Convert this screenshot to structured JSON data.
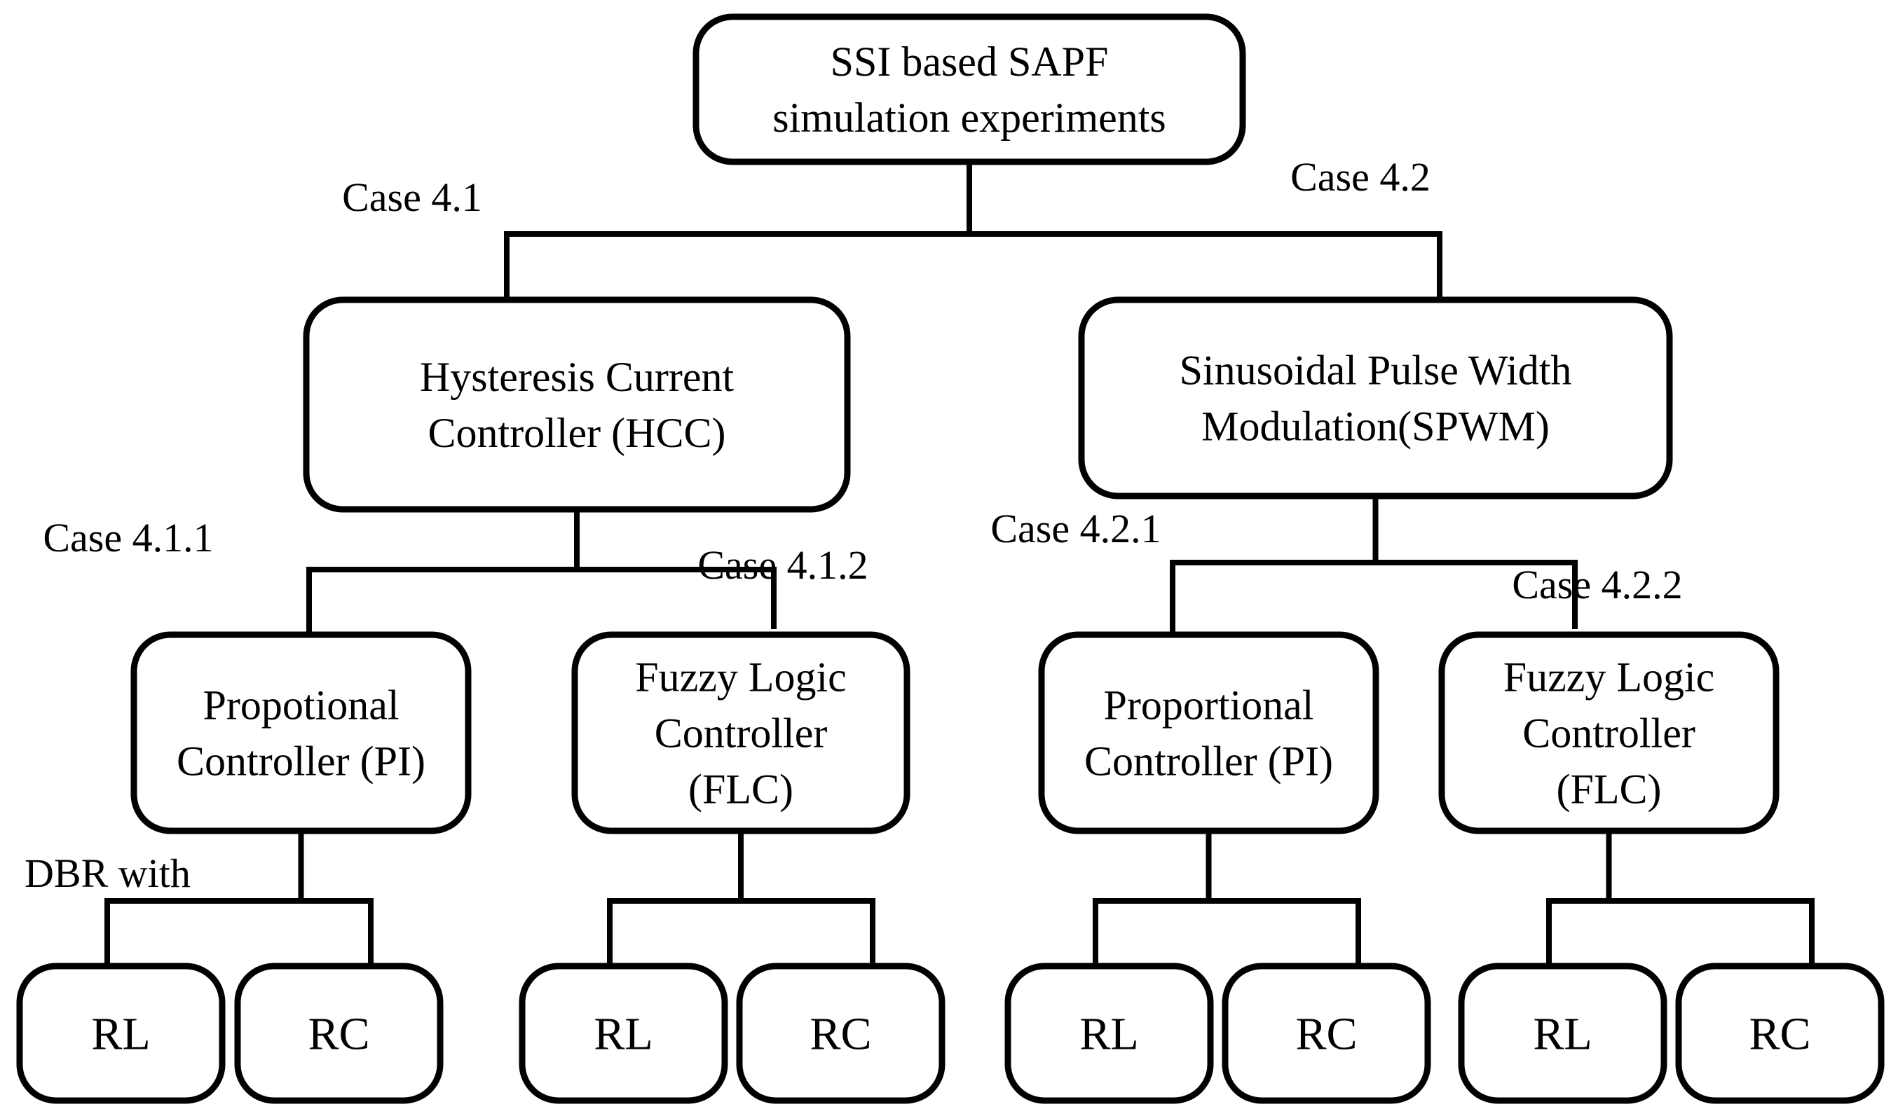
{
  "root": {
    "lines": [
      "SSI based SAPF",
      "simulation experiments"
    ]
  },
  "branches": [
    {
      "case_label": "Case 4.1",
      "node": {
        "lines": [
          "Hysteresis Current",
          "Controller (HCC)"
        ]
      },
      "children": [
        {
          "case_label": "Case 4.1.1",
          "node": {
            "lines": [
              "Propotional",
              "Controller (PI)"
            ]
          },
          "loads_label": "DBR with",
          "loads": [
            "RL",
            "RC"
          ]
        },
        {
          "case_label": "Case 4.1.2",
          "node": {
            "lines": [
              "Fuzzy Logic",
              "Controller",
              "(FLC)"
            ]
          },
          "loads": [
            "RL",
            "RC"
          ]
        }
      ]
    },
    {
      "case_label": "Case 4.2",
      "node": {
        "lines": [
          "Sinusoidal Pulse Width",
          "Modulation(SPWM)"
        ]
      },
      "children": [
        {
          "case_label": "Case 4.2.1",
          "node": {
            "lines": [
              "Proportional",
              "Controller (PI)"
            ]
          },
          "loads": [
            "RL",
            "RC"
          ]
        },
        {
          "case_label": "Case 4.2.2",
          "node": {
            "lines": [
              "Fuzzy Logic",
              "Controller",
              "(FLC)"
            ]
          },
          "loads": [
            "RL",
            "RC"
          ]
        }
      ]
    }
  ]
}
